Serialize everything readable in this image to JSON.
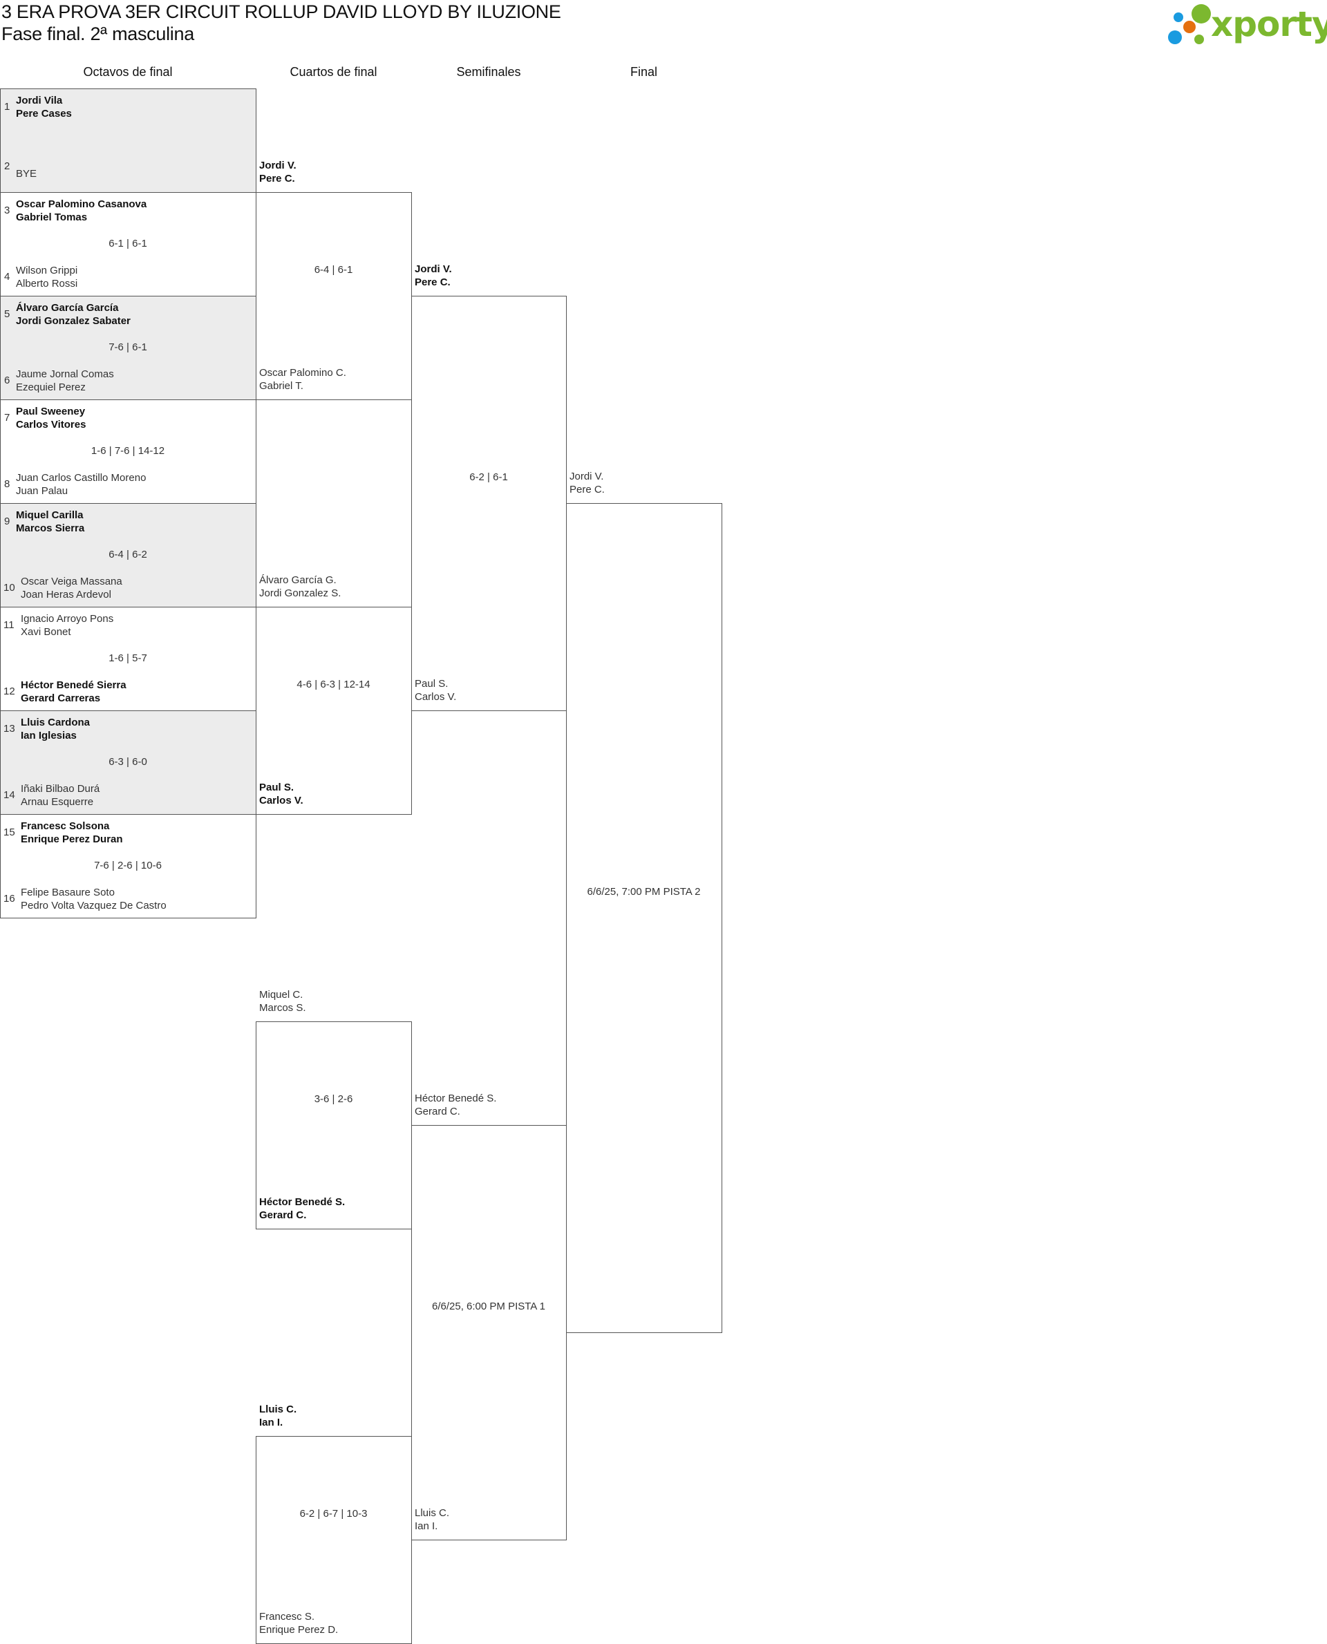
{
  "header": {
    "title": "3 ERA PROVA 3ER CIRCUIT ROLLUP DAVID LLOYD BY ILUZIONE",
    "subtitle": "Fase final. 2ª masculina",
    "logo_text": "xporty"
  },
  "colors": {
    "logo_green": "#7cb82f",
    "logo_blue": "#1a9be0",
    "logo_orange": "#e5700f",
    "shaded": "#ececec"
  },
  "rounds": [
    {
      "label": "Octavos de final",
      "matches": [
        {
          "score": "",
          "teams": [
            {
              "seed": "1",
              "players": [
                "Jordi Vila",
                "Pere Cases"
              ],
              "winner": true
            },
            {
              "seed": "2",
              "players": [
                "BYE"
              ],
              "winner": false
            }
          ]
        },
        {
          "score": "6-1 | 6-1",
          "teams": [
            {
              "seed": "3",
              "players": [
                "Oscar Palomino Casanova",
                "Gabriel Tomas"
              ],
              "winner": true
            },
            {
              "seed": "4",
              "players": [
                "Wilson Grippi",
                "Alberto Rossi"
              ],
              "winner": false
            }
          ]
        },
        {
          "score": "7-6 | 6-1",
          "teams": [
            {
              "seed": "5",
              "players": [
                "Álvaro García García",
                "Jordi Gonzalez Sabater"
              ],
              "winner": true
            },
            {
              "seed": "6",
              "players": [
                "Jaume Jornal Comas",
                "Ezequiel Perez"
              ],
              "winner": false
            }
          ]
        },
        {
          "score": "1-6 | 7-6 | 14-12",
          "teams": [
            {
              "seed": "7",
              "players": [
                "Paul Sweeney",
                "Carlos Vitores"
              ],
              "winner": true
            },
            {
              "seed": "8",
              "players": [
                "Juan Carlos Castillo Moreno",
                "Juan Palau"
              ],
              "winner": false
            }
          ]
        },
        {
          "score": "6-4 | 6-2",
          "teams": [
            {
              "seed": "9",
              "players": [
                "Miquel Carilla",
                "Marcos Sierra"
              ],
              "winner": true
            },
            {
              "seed": "10",
              "players": [
                "Oscar Veiga Massana",
                "Joan Heras Ardevol"
              ],
              "winner": false
            }
          ]
        },
        {
          "score": "1-6 | 5-7",
          "teams": [
            {
              "seed": "11",
              "players": [
                "Ignacio Arroyo Pons",
                "Xavi Bonet"
              ],
              "winner": false
            },
            {
              "seed": "12",
              "players": [
                "Héctor Benedé Sierra",
                "Gerard Carreras"
              ],
              "winner": true
            }
          ]
        },
        {
          "score": "6-3 | 6-0",
          "teams": [
            {
              "seed": "13",
              "players": [
                "Lluis Cardona",
                "Ian Iglesias"
              ],
              "winner": true
            },
            {
              "seed": "14",
              "players": [
                "Iñaki Bilbao Durá",
                "Arnau Esquerre"
              ],
              "winner": false
            }
          ]
        },
        {
          "score": "7-6 | 2-6 | 10-6",
          "teams": [
            {
              "seed": "15",
              "players": [
                "Francesc Solsona",
                "Enrique Perez Duran"
              ],
              "winner": true
            },
            {
              "seed": "16",
              "players": [
                "Felipe Basaure Soto",
                "Pedro Volta Vazquez De Castro"
              ],
              "winner": false
            }
          ]
        }
      ]
    },
    {
      "label": "Cuartos de final",
      "matches": [
        {
          "score": "6-4 | 6-1",
          "teams": [
            {
              "players": [
                "Jordi V.",
                "Pere C."
              ],
              "winner": true
            },
            {
              "players": [
                "Oscar Palomino C.",
                "Gabriel T."
              ],
              "winner": false
            }
          ]
        },
        {
          "score": "4-6 | 6-3 | 12-14",
          "teams": [
            {
              "players": [
                "Álvaro García G.",
                "Jordi Gonzalez S."
              ],
              "winner": false
            },
            {
              "players": [
                "Paul S.",
                "Carlos V."
              ],
              "winner": true
            }
          ]
        },
        {
          "score": "3-6 | 2-6",
          "teams": [
            {
              "players": [
                "Miquel C.",
                "Marcos S."
              ],
              "winner": false
            },
            {
              "players": [
                "Héctor Benedé S.",
                "Gerard C."
              ],
              "winner": true
            }
          ]
        },
        {
          "score": "6-2 | 6-7 | 10-3",
          "teams": [
            {
              "players": [
                "Lluis C.",
                "Ian I."
              ],
              "winner": true
            },
            {
              "players": [
                "Francesc S.",
                "Enrique Perez D."
              ],
              "winner": false
            }
          ]
        }
      ]
    },
    {
      "label": "Semifinales",
      "matches": [
        {
          "score": "6-2 | 6-1",
          "teams": [
            {
              "players": [
                "Jordi V.",
                "Pere C."
              ],
              "winner": true
            },
            {
              "players": [
                "Paul S.",
                "Carlos V."
              ],
              "winner": false
            }
          ]
        },
        {
          "score": "6/6/25, 6:00 PM PISTA 1",
          "teams": [
            {
              "players": [
                "Héctor Benedé S.",
                "Gerard C."
              ],
              "winner": false
            },
            {
              "players": [
                "Lluis C.",
                "Ian I."
              ],
              "winner": false
            }
          ]
        }
      ]
    },
    {
      "label": "Final",
      "matches": [
        {
          "score": "6/6/25, 7:00 PM PISTA 2",
          "teams": [
            {
              "players": [
                "Jordi V.",
                "Pere C."
              ],
              "winner": false
            }
          ]
        }
      ]
    }
  ]
}
